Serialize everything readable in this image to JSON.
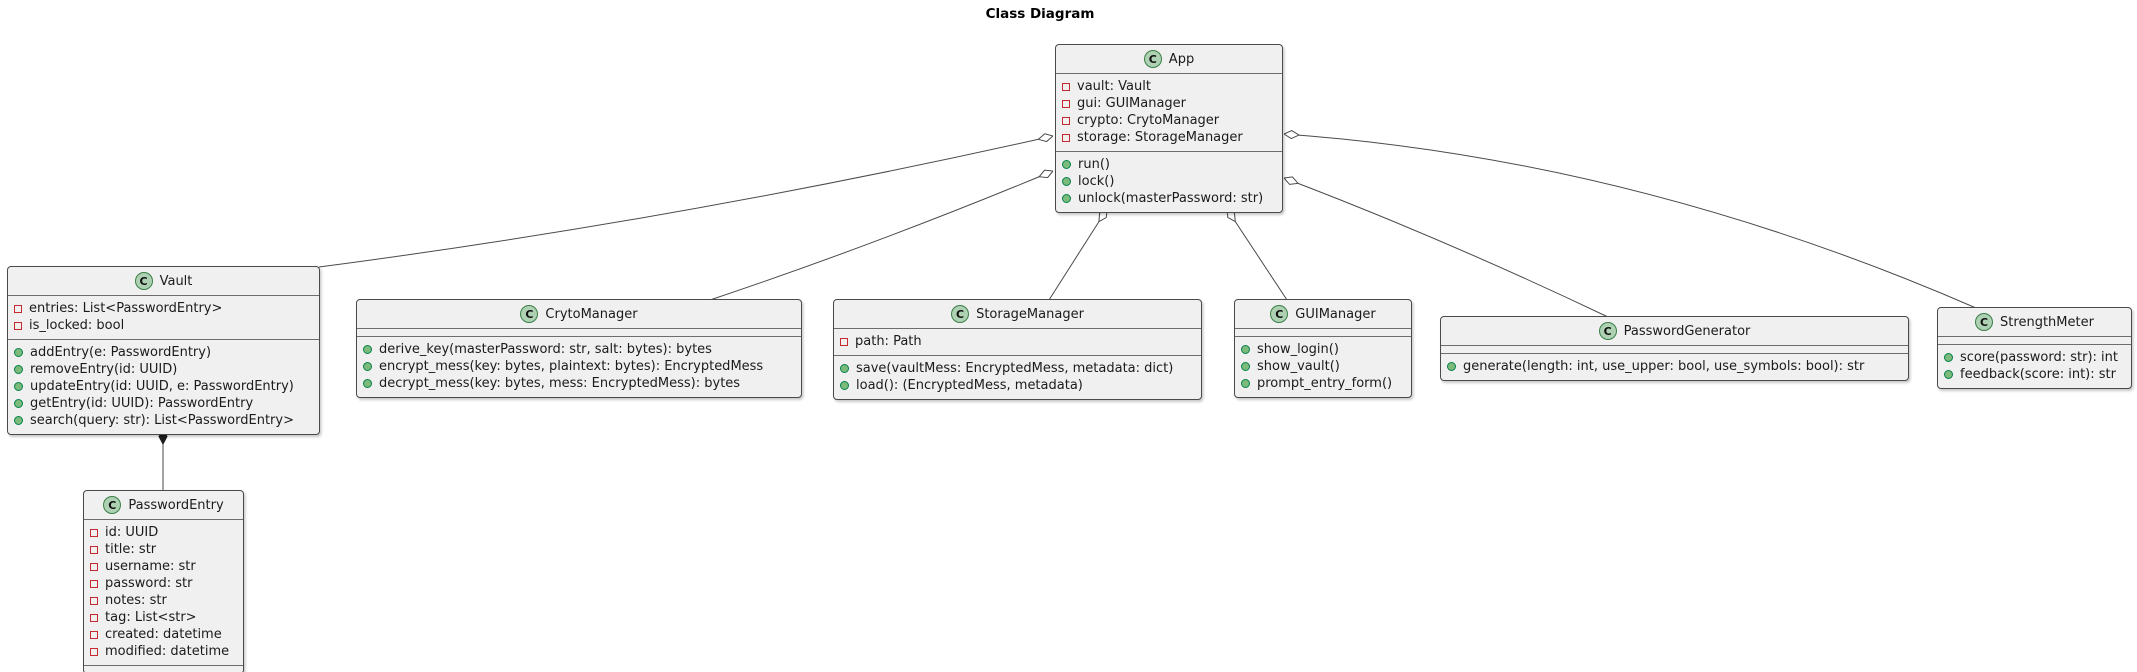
{
  "title": "Class Diagram",
  "colors": {
    "class_icon_fill": "#ADD1B2",
    "class_icon_border": "#3A7F46",
    "private_field_icon": "#C82930",
    "public_method_icon_fill": "#7CBB7C",
    "public_method_icon_border": "#038048",
    "box_fill": "#F0F0F0",
    "box_border": "#4A4A4A",
    "edge": "#4A4A4A"
  },
  "classes": [
    {
      "id": "app",
      "stereotype": "C",
      "name": "App",
      "attributes": [
        "vault: Vault",
        "gui: GUIManager",
        "crypto: CrytoManager",
        "storage: StorageManager"
      ],
      "methods": [
        "run()",
        "lock()",
        "unlock(masterPassword: str)"
      ]
    },
    {
      "id": "vault",
      "stereotype": "C",
      "name": "Vault",
      "attributes": [
        "entries: List<PasswordEntry>",
        "is_locked: bool"
      ],
      "methods": [
        "addEntry(e: PasswordEntry)",
        "removeEntry(id: UUID)",
        "updateEntry(id: UUID, e: PasswordEntry)",
        "getEntry(id: UUID): PasswordEntry",
        "search(query: str): List<PasswordEntry>"
      ]
    },
    {
      "id": "password-entry",
      "stereotype": "C",
      "name": "PasswordEntry",
      "attributes": [
        "id: UUID",
        "title: str",
        "username: str",
        "password: str",
        "notes: str",
        "tag: List<str>",
        "created: datetime",
        "modified: datetime"
      ],
      "methods": []
    },
    {
      "id": "cryto-manager",
      "stereotype": "C",
      "name": "CrytoManager",
      "attributes": [],
      "methods": [
        "derive_key(masterPassword: str, salt: bytes): bytes",
        "encrypt_mess(key: bytes, plaintext: bytes): EncryptedMess",
        "decrypt_mess(key: bytes, mess: EncryptedMess): bytes"
      ]
    },
    {
      "id": "storage-manager",
      "stereotype": "C",
      "name": "StorageManager",
      "attributes": [
        "path: Path"
      ],
      "methods": [
        "save(vaultMess: EncryptedMess, metadata: dict)",
        "load(): (EncryptedMess, metadata)"
      ]
    },
    {
      "id": "gui-manager",
      "stereotype": "C",
      "name": "GUIManager",
      "attributes": [],
      "methods": [
        "show_login()",
        "show_vault()",
        "prompt_entry_form()"
      ]
    },
    {
      "id": "password-generator",
      "stereotype": "C",
      "name": "PasswordGenerator",
      "attributes": [],
      "methods": [
        "generate(length: int, use_upper: bool, use_symbols: bool): str"
      ]
    },
    {
      "id": "strength-meter",
      "stereotype": "C",
      "name": "StrengthMeter",
      "attributes": [],
      "methods": [
        "score(password: str): int",
        "feedback(score: int): str"
      ]
    }
  ],
  "relations": [
    {
      "from": "App",
      "to": "Vault",
      "type": "aggregation"
    },
    {
      "from": "App",
      "to": "CrytoManager",
      "type": "aggregation"
    },
    {
      "from": "App",
      "to": "StorageManager",
      "type": "aggregation"
    },
    {
      "from": "App",
      "to": "GUIManager",
      "type": "aggregation"
    },
    {
      "from": "App",
      "to": "PasswordGenerator",
      "type": "aggregation"
    },
    {
      "from": "App",
      "to": "StrengthMeter",
      "type": "aggregation"
    },
    {
      "from": "Vault",
      "to": "PasswordEntry",
      "type": "composition"
    }
  ]
}
